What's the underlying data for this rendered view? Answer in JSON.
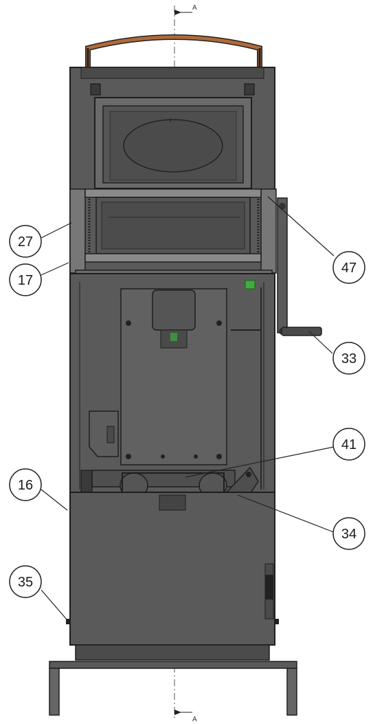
{
  "section_marker": {
    "top": "A",
    "bottom": "A"
  },
  "callouts": [
    {
      "label": "27"
    },
    {
      "label": "17"
    },
    {
      "label": "47"
    },
    {
      "label": "33"
    },
    {
      "label": "41"
    },
    {
      "label": "16"
    },
    {
      "label": "34"
    },
    {
      "label": "35"
    }
  ],
  "colors": {
    "body": "#585858",
    "body_dark": "#3a3a3a",
    "edge": "#1e1e1e",
    "handle_wood": "#b06a3a",
    "accent_green": "#3fae3f"
  }
}
